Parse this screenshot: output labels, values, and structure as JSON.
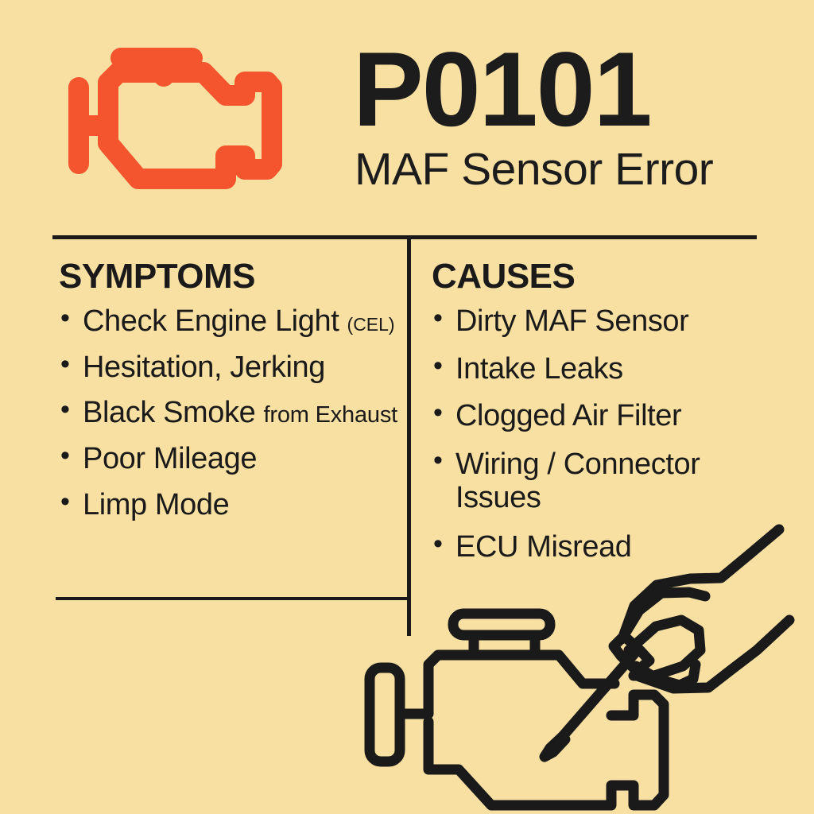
{
  "colors": {
    "background": "#F8E0A3",
    "text": "#1A1A1A",
    "accent_orange": "#F4552E",
    "line": "#1A1A1A"
  },
  "header": {
    "icon_name": "check-engine-light-icon",
    "code": "P0101",
    "subtitle": "MAF Sensor Error"
  },
  "columns": {
    "symptoms": {
      "heading": "SYMPTOMS",
      "items": [
        {
          "main": "Check Engine Light",
          "suffix": "(CEL)",
          "suffix_size": "small"
        },
        {
          "main": "Hesitation, Jerking",
          "suffix": "",
          "suffix_size": ""
        },
        {
          "main": "Black Smoke",
          "suffix": "from Exhaust",
          "suffix_size": "medium"
        },
        {
          "main": "Poor Mileage",
          "suffix": "",
          "suffix_size": ""
        },
        {
          "main": "Limp Mode",
          "suffix": "",
          "suffix_size": ""
        }
      ]
    },
    "causes": {
      "heading": "CAUSES",
      "items": [
        {
          "main": "Dirty MAF Sensor",
          "suffix": "",
          "wrap": false
        },
        {
          "main": "Intake Leaks",
          "suffix": "",
          "wrap": false
        },
        {
          "main": "Clogged Air Filter",
          "suffix": "",
          "wrap": false
        },
        {
          "main": "Wiring / Connector Issues",
          "suffix": "",
          "wrap": true
        },
        {
          "main": "ECU Misread",
          "suffix": "",
          "wrap": false
        }
      ]
    }
  },
  "illustration": {
    "name": "engine-block-with-hand-and-screwdriver",
    "parts": [
      "engine-block-icon",
      "hand-icon",
      "screwdriver-icon"
    ]
  }
}
